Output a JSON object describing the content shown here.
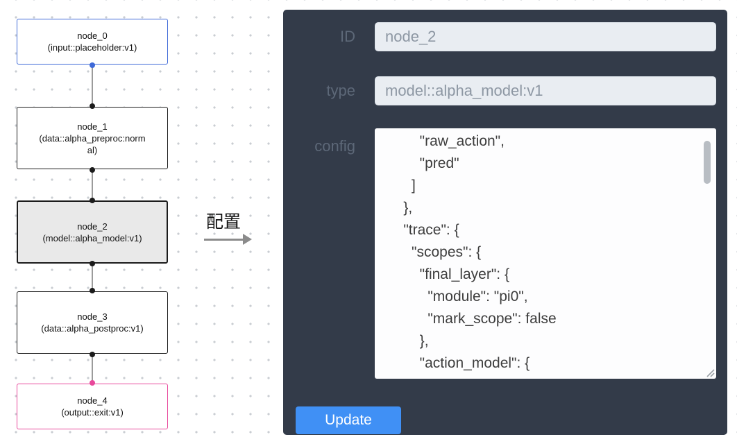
{
  "flow": {
    "nodes": [
      {
        "id": "node_0",
        "title": "node_0",
        "subtitle": "(input::placeholder:v1)",
        "variant": "input"
      },
      {
        "id": "node_1",
        "title": "node_1",
        "subtitle": "(data::alpha_preproc:normal)",
        "variant": "default"
      },
      {
        "id": "node_2",
        "title": "node_2",
        "subtitle": "(model::alpha_model:v1)",
        "variant": "selected"
      },
      {
        "id": "node_3",
        "title": "node_3",
        "subtitle": "(data::alpha_postproc:v1)",
        "variant": "default"
      },
      {
        "id": "node_4",
        "title": "node_4",
        "subtitle": "(output::exit:v1)",
        "variant": "output"
      }
    ]
  },
  "annotation": {
    "label": "配置"
  },
  "panel": {
    "fields": [
      {
        "label": "ID",
        "value": "node_2"
      },
      {
        "label": "type",
        "value": "model::alpha_model:v1"
      }
    ],
    "config_label": "config",
    "config_value": "        \"raw_action\",\n        \"pred\"\n      ]\n    },\n    \"trace\": {\n      \"scopes\": {\n        \"final_layer\": {\n          \"module\": \"pi0\",\n          \"mark_scope\": false\n        },\n        \"action_model\": {",
    "update_label": "Update"
  },
  "colors": {
    "input_node_border": "#3f6ad8",
    "output_node_border": "#e8489b",
    "default_node_border": "#1b1b1b",
    "selected_node_bg": "#e9e9e9",
    "panel_bg": "#333b49",
    "field_bg": "#e9edf2",
    "field_text": "#8d97a3",
    "label_text": "#5d6878",
    "button_bg": "#4090f5"
  }
}
